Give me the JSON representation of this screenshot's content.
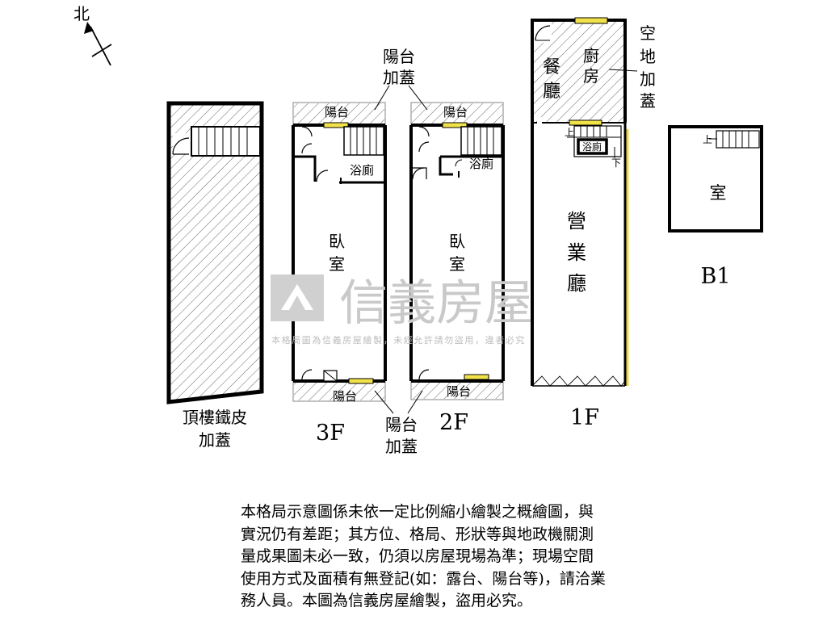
{
  "compass": {
    "north": "北"
  },
  "floors": {
    "roof": {
      "label_line1": "頂樓鐵皮",
      "label_line2": "加蓋"
    },
    "f3": {
      "label": "3F",
      "balcony_top": "陽台",
      "bath": "浴廁",
      "bedroom_line1": "臥",
      "bedroom_line2": "室",
      "balcony_bottom": "陽台"
    },
    "f2": {
      "label": "2F",
      "balcony_top": "陽台",
      "bath": "浴廁",
      "bedroom_line1": "臥",
      "bedroom_line2": "室",
      "balcony_bottom": "陽台"
    },
    "f1": {
      "label": "1F",
      "kitchen_line1": "廚",
      "kitchen_line2": "房",
      "dining_line1": "餐",
      "dining_line2": "廳",
      "bath": "浴廁",
      "up": "上",
      "down": "下",
      "hall_line1": "營",
      "hall_line2": "業",
      "hall_line3": "廳"
    },
    "b1": {
      "label": "B1",
      "room": "室",
      "up": "上"
    }
  },
  "annotations": {
    "balcony_addon_top_line1": "陽台",
    "balcony_addon_top_line2": "加蓋",
    "balcony_addon_bottom_line1": "陽台",
    "balcony_addon_bottom_line2": "加蓋",
    "vacant_addon_line1": "空",
    "vacant_addon_line2": "地",
    "vacant_addon_line3": "加",
    "vacant_addon_line4": "蓋"
  },
  "watermark": {
    "brand": "信義房屋",
    "notice": "本格局圖為信義房屋繪製，未經允許請勿盜用，違者必究"
  },
  "disclaimer": {
    "lines": [
      "本格局示意圖係未依一定比例縮小繪製之概繪圖，與",
      "實況仍有差距；其方位、格局、形狀等與地政機關測",
      "量成果圖未必一致，仍須以房屋現場為準；現場空間",
      "使用方式及面積有無登記(如：露台、陽台等)，請洽業",
      "務人員。本圖為信義房屋繪製，盜用必究。"
    ]
  },
  "colors": {
    "window_fill": "#f2e24a",
    "line": "#000000",
    "hatch": "#555555",
    "watermark": "#c9c9c9"
  }
}
